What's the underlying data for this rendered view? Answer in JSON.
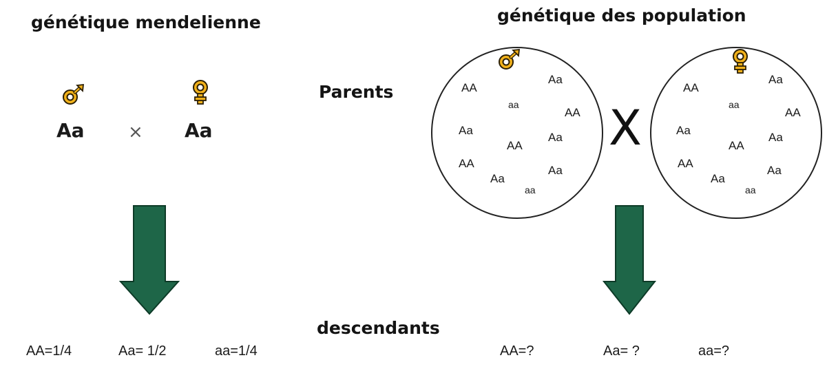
{
  "titles": {
    "left": "génétique mendelienne",
    "right": "génétique des population"
  },
  "labels": {
    "parents": "Parents",
    "descendants": "descendants"
  },
  "colors": {
    "symbol_fill": "#f2b21b",
    "symbol_stroke": "#2b1f05",
    "arrow_fill": "#1e6648",
    "arrow_stroke": "#0d3a27"
  },
  "icons": [
    "male-symbol-icon",
    "female-symbol-icon",
    "down-arrow-icon"
  ],
  "mendelian": {
    "father": "Aa",
    "mother": "Aa",
    "cross": "×",
    "offspring": {
      "AA": "AA=1/4",
      "Aa": "Aa= 1/2",
      "aa": "aa=1/4"
    }
  },
  "population": {
    "cross": "X",
    "male_pool": [
      "AA",
      "Aa",
      "aa",
      "AA",
      "Aa",
      "AA",
      "Aa",
      "AA",
      "Aa",
      "Aa",
      "aa"
    ],
    "female_pool": [
      "AA",
      "Aa",
      "aa",
      "AA",
      "Aa",
      "AA",
      "Aa",
      "AA",
      "Aa",
      "Aa",
      "aa"
    ],
    "offspring": {
      "AA": "AA=?",
      "Aa": "Aa= ?",
      "aa": "aa=?"
    }
  }
}
